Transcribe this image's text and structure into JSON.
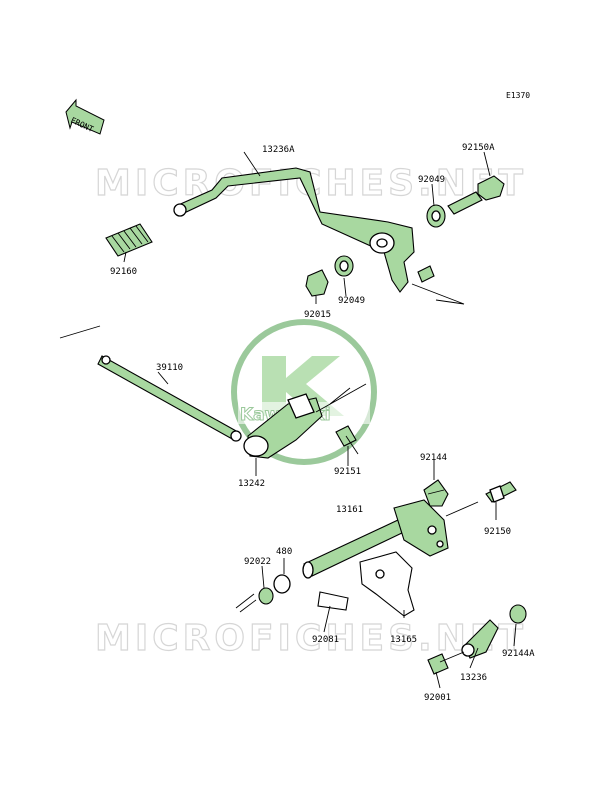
{
  "diagram_code": "E1370",
  "front_label": "FRONT",
  "logo_text": "Kawasaki",
  "watermark_text": "MICROFICHES.NET",
  "part_labels": {
    "p13236A": "13236A",
    "p92150A": "92150A",
    "p92049a": "92049",
    "p92049b": "92049",
    "p92015": "92015",
    "p92160": "92160",
    "p39110": "39110",
    "p92151": "92151",
    "p13242": "13242",
    "p92144": "92144",
    "p92150": "92150",
    "p13161": "13161",
    "p480": "480",
    "p92022": "92022",
    "p92081": "92081",
    "p13165": "13165",
    "p92144A": "92144A",
    "p13236": "13236",
    "p92001": "92001"
  },
  "colors": {
    "part_fill": "#a8d8a0",
    "logo_green": "#9bc99b",
    "watermark": "#d6d6d6"
  }
}
